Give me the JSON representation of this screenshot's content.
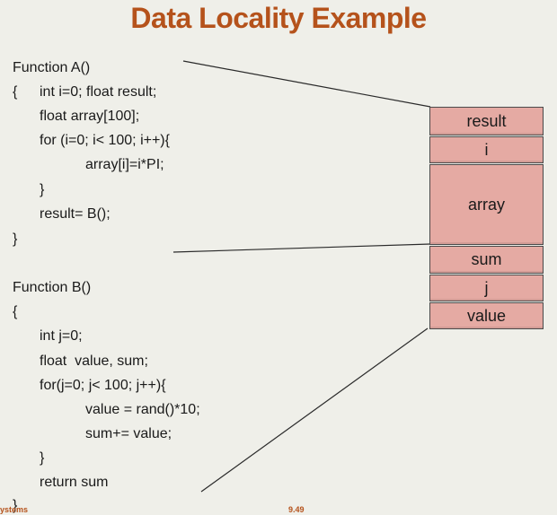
{
  "slide": {
    "title": "Data Locality Example",
    "footer_left": "ystems",
    "page_number": "9.49"
  },
  "code": {
    "lines": [
      "Function A()",
      "{",
      "int i=0; float result;",
      "float array[100];",
      "for (i=0; i< 100; i++){",
      "array[i]=i*PI;",
      "}",
      "result= B();",
      "}",
      "Function B()",
      "{",
      "int j=0;",
      "float  value, sum;",
      "for(j=0; j< 100; j++){",
      "value = rand()*10;",
      "sum+= value;",
      "}",
      "return sum",
      "}"
    ]
  },
  "stack": {
    "cells": [
      "result",
      "i",
      "array",
      "sum",
      "j",
      "value"
    ]
  },
  "colors": {
    "title": "#b5521b",
    "cell_fill": "#e5aaa3",
    "background": "#efefe9"
  }
}
